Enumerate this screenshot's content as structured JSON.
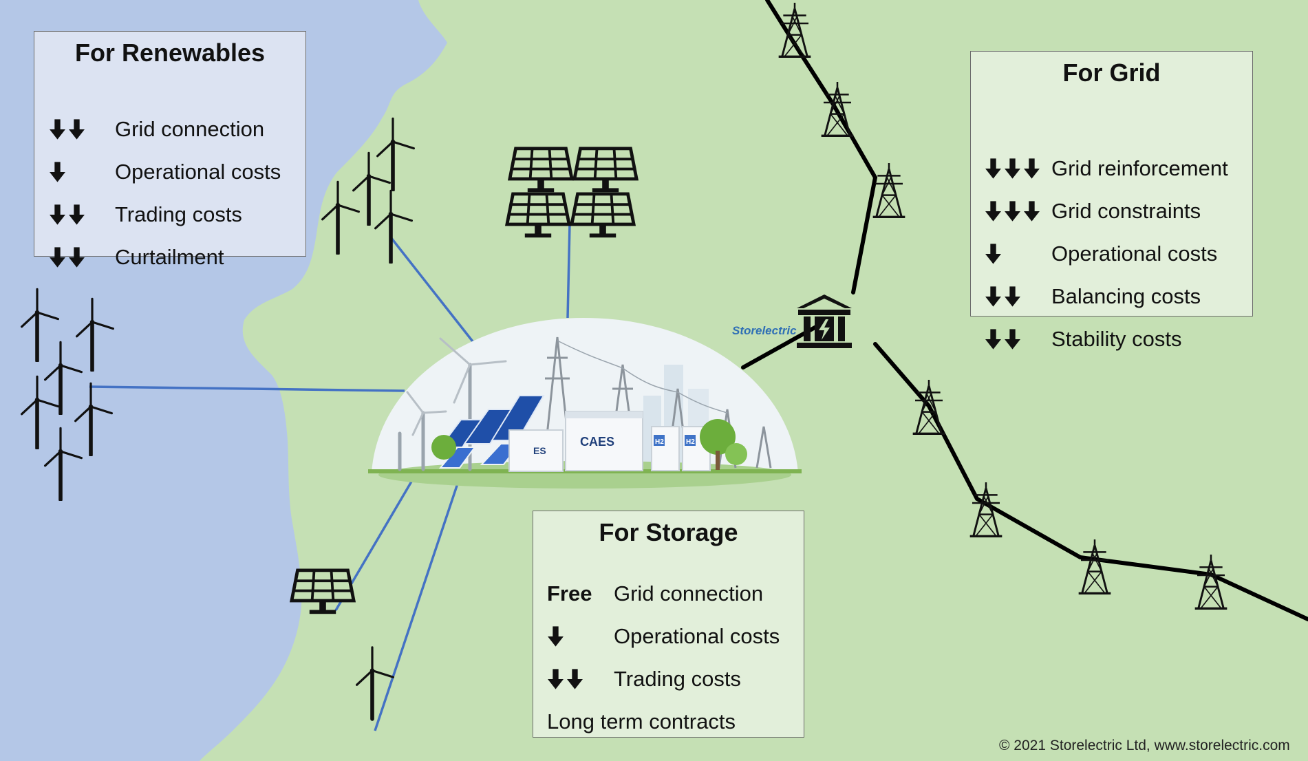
{
  "panels": {
    "renewables": {
      "title": "For Renewables",
      "items": [
        {
          "arrows": 2,
          "label": "Grid connection"
        },
        {
          "arrows": 1,
          "label": "Operational costs"
        },
        {
          "arrows": 2,
          "label": "Trading costs"
        },
        {
          "arrows": 2,
          "label": "Curtailment"
        }
      ]
    },
    "grid": {
      "title": "For Grid",
      "items": [
        {
          "arrows": 3,
          "label": "Grid reinforcement"
        },
        {
          "arrows": 3,
          "label": "Grid constraints"
        },
        {
          "arrows": 1,
          "label": "Operational costs"
        },
        {
          "arrows": 2,
          "label": "Balancing costs"
        },
        {
          "arrows": 2,
          "label": "Stability costs"
        }
      ]
    },
    "storage": {
      "title": "For Storage",
      "items": [
        {
          "word": "Free",
          "label": "Grid connection"
        },
        {
          "arrows": 1,
          "label": "Operational costs"
        },
        {
          "arrows": 2,
          "label": "Trading costs"
        },
        {
          "label": "Long term contracts"
        }
      ]
    }
  },
  "hub": {
    "labels": {
      "caes_main": "CAES",
      "caes_partial": "ES",
      "h2": "H2"
    },
    "logo": "Storelectric"
  },
  "footer": {
    "copyright": "© 2021 Storelectric Ltd, www.storelectric.com"
  },
  "colors": {
    "land": "#c5e0b4",
    "sea": "#b4c7e7",
    "renewables_panel": "#dce3f2",
    "grid_panel": "#e2efda",
    "storage_panel": "#e2efda",
    "connector": "#4472c4",
    "transmission": "#000000"
  },
  "icons": {
    "wind": "wind-turbine-icon",
    "solar": "solar-panel-icon",
    "pylon": "pylon-icon",
    "substation": "substation-icon",
    "arrow": "down-arrow-icon",
    "hub": "storage-hub-illustration"
  }
}
